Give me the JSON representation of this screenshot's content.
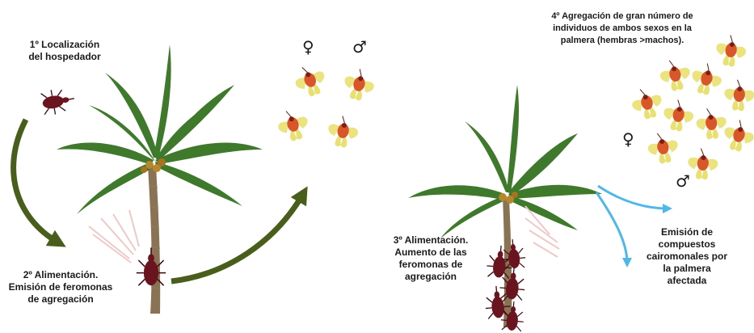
{
  "steps": {
    "step1": {
      "lines": [
        "1º Localización",
        "del hospedador"
      ]
    },
    "step2": {
      "lines": [
        "2º Alimentación.",
        "Emisión de feromonas",
        "de agregación"
      ]
    },
    "step3": {
      "lines": [
        "3º Alimentación.",
        "Aumento de las",
        "feromonas de",
        "agregación"
      ]
    },
    "step4": {
      "lines": [
        "4º Agregación de gran número de",
        "individuos de ambos sexos en la",
        "palmera (hembras >machos)."
      ]
    },
    "emission": {
      "lines": [
        "Emisión de",
        "compuestos",
        "cairomonales por",
        "la palmera",
        "afectada"
      ]
    }
  },
  "symbols": {
    "female": "♀",
    "male": "♂"
  },
  "colors": {
    "arrow_green": "#4a5e1c",
    "arrow_blue": "#4fb8e8",
    "weevil": "#6a1420",
    "palm_leaf": "#3f7a2c",
    "trunk": "#8a7355",
    "beetle_wing": "#e8e070",
    "beetle_body": "#d9562a"
  }
}
